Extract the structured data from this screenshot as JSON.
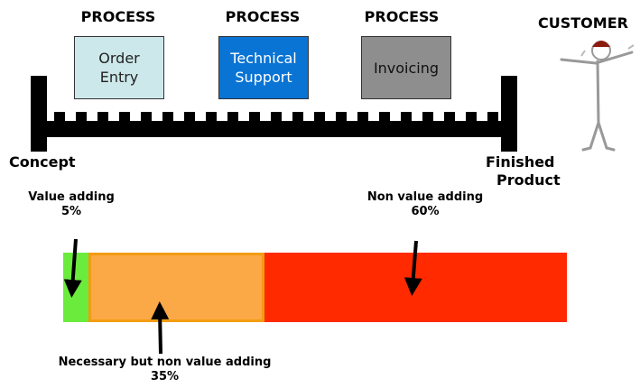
{
  "processes": [
    {
      "header": "PROCESS",
      "lines": [
        "Order",
        "Entry"
      ],
      "color": "#cde8ea",
      "text_color": "#222222"
    },
    {
      "header": "PROCESS",
      "lines": [
        "Technical",
        "Support"
      ],
      "color": "#0a74d4",
      "text_color": "#ffffff"
    },
    {
      "header": "PROCESS",
      "lines": [
        "Invoicing"
      ],
      "color": "#8e8e8e",
      "text_color": "#111111"
    }
  ],
  "customer": {
    "label": "CUSTOMER",
    "icon": "stick-figure-icon"
  },
  "timeline": {
    "start_label": "Concept",
    "end_label": [
      "Finished",
      "Product"
    ]
  },
  "breakdown": {
    "segments": [
      {
        "name": "value-adding",
        "label": [
          "Value adding",
          "5%"
        ],
        "percent": 5,
        "color": "#6bec3c"
      },
      {
        "name": "necessary",
        "label": [
          "Necessary but non value adding",
          "35%"
        ],
        "percent": 35,
        "color": "#fba846",
        "border": "#f39c12"
      },
      {
        "name": "non-value-adding",
        "label": [
          "Non value adding",
          "60%"
        ],
        "percent": 60,
        "color": "#ff2a00"
      }
    ]
  }
}
